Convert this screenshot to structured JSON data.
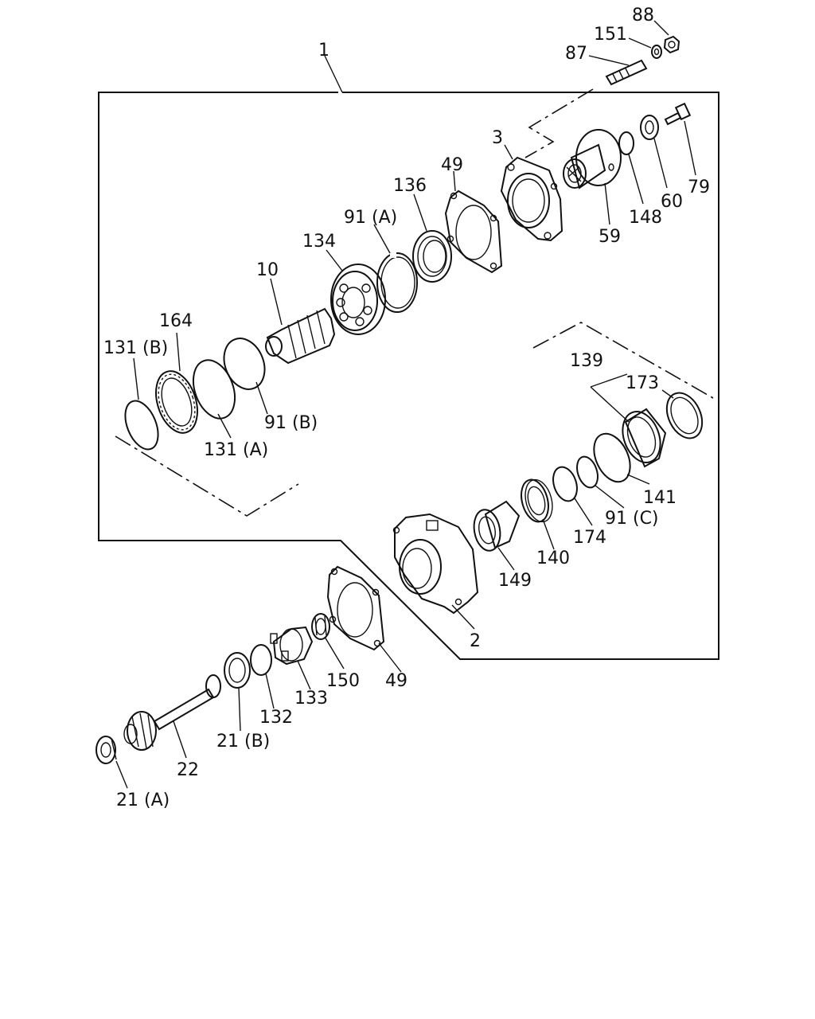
{
  "labels": {
    "p1": "1",
    "p88": "88",
    "p151": "151",
    "p87": "87",
    "p3": "3",
    "p49a": "49",
    "p136": "136",
    "p91a": "91 (A)",
    "p134": "134",
    "p10": "10",
    "p164": "164",
    "p131b": "131 (B)",
    "p91b": "91 (B)",
    "p131a": "131 (A)",
    "p79": "79",
    "p60": "60",
    "p148": "148",
    "p59": "59",
    "p139": "139",
    "p173": "173",
    "p141": "141",
    "p91c": "91 (C)",
    "p174": "174",
    "p140": "140",
    "p149": "149",
    "p2": "2",
    "p49b": "49",
    "p150": "150",
    "p133": "133",
    "p132": "132",
    "p21b": "21 (B)",
    "p22": "22",
    "p21a": "21 (A)"
  }
}
